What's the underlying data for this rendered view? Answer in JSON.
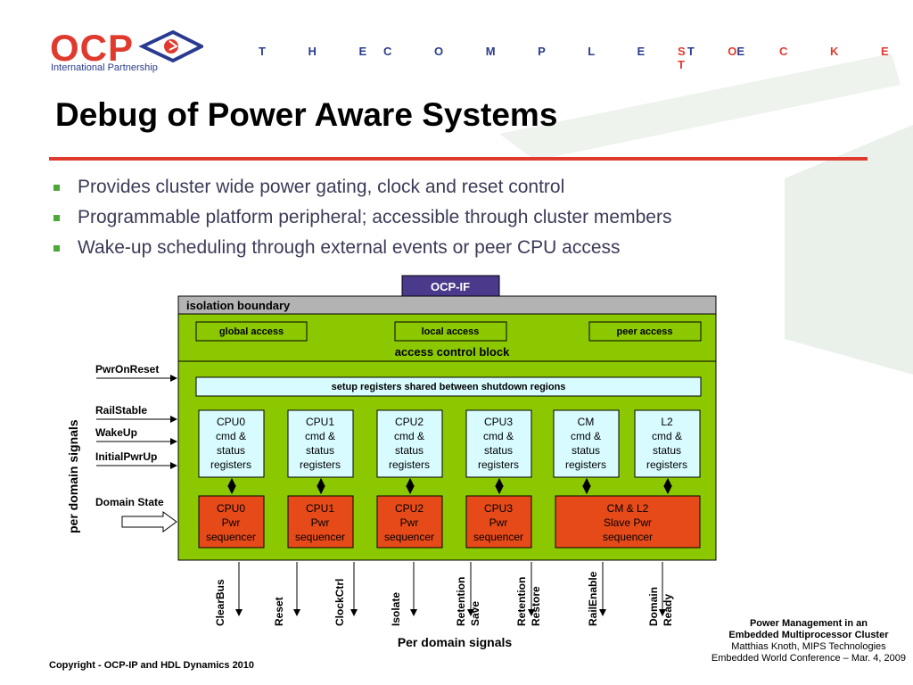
{
  "header": {
    "logo_text": "OCP",
    "logo_sub": "International Partnership",
    "tagline_words": [
      "T H E",
      "C O M P L E T E",
      "S O C K E T"
    ]
  },
  "title": "Debug of Power Aware Systems",
  "bullets": [
    "Provides cluster wide power gating, clock and reset control",
    "Programmable platform peripheral; accessible through cluster members",
    "Wake-up scheduling through external events or peer CPU access"
  ],
  "diagram": {
    "ocp_if": "OCP-IF",
    "isolation_boundary": "isolation boundary",
    "access": [
      "global access",
      "local access",
      "peer access"
    ],
    "access_control_block": "access control block",
    "setup_registers": "setup registers shared between shutdown regions",
    "registers": [
      [
        "CPU0",
        "cmd &",
        "status",
        "registers"
      ],
      [
        "CPU1",
        "cmd &",
        "status",
        "registers"
      ],
      [
        "CPU2",
        "cmd &",
        "status",
        "registers"
      ],
      [
        "CPU3",
        "cmd &",
        "status",
        "registers"
      ],
      [
        "CM",
        "cmd &",
        "status",
        "registers"
      ],
      [
        "L2",
        "cmd &",
        "status",
        "registers"
      ]
    ],
    "sequencers": [
      [
        "CPU0",
        "Pwr",
        "sequencer"
      ],
      [
        "CPU1",
        "Pwr",
        "sequencer"
      ],
      [
        "CPU2",
        "Pwr",
        "sequencer"
      ],
      [
        "CPU3",
        "Pwr",
        "sequencer"
      ],
      [
        "CM & L2",
        "Slave Pwr",
        "sequencer"
      ]
    ],
    "inputs": [
      "PwrOnReset",
      "RailStable",
      "WakeUp",
      "InitialPwrUp",
      "Domain State"
    ],
    "per_domain_signals_left": "per domain signals",
    "outputs": [
      [
        "ClearBus"
      ],
      [
        "Reset"
      ],
      [
        "ClockCtrl"
      ],
      [
        "Isolate"
      ],
      [
        "Retention",
        "Save"
      ],
      [
        "Retention",
        "Restore"
      ],
      [
        "RailEnable"
      ],
      [
        "Domain",
        "Ready"
      ]
    ],
    "per_domain_signals_bottom": "Per domain signals"
  },
  "footer": {
    "copyright": "Copyright - OCP-IP and HDL Dynamics  2010",
    "ref_title_1": "Power Management in an",
    "ref_title_2": "Embedded Multiprocessor Cluster",
    "ref_author": "Matthias Knoth, MIPS Technologies",
    "ref_event": "Embedded World Conference – Mar. 4, 2009"
  },
  "colors": {
    "accent_red": "#e03a2f",
    "brand_blue": "#2a3b8f",
    "block_green": "#8cc800",
    "register_cyan": "#d8fbff",
    "sequencer_red": "#e64a19",
    "ocp_if_purple": "#4b3a8c",
    "isolation_gray": "#b3b3b3"
  }
}
